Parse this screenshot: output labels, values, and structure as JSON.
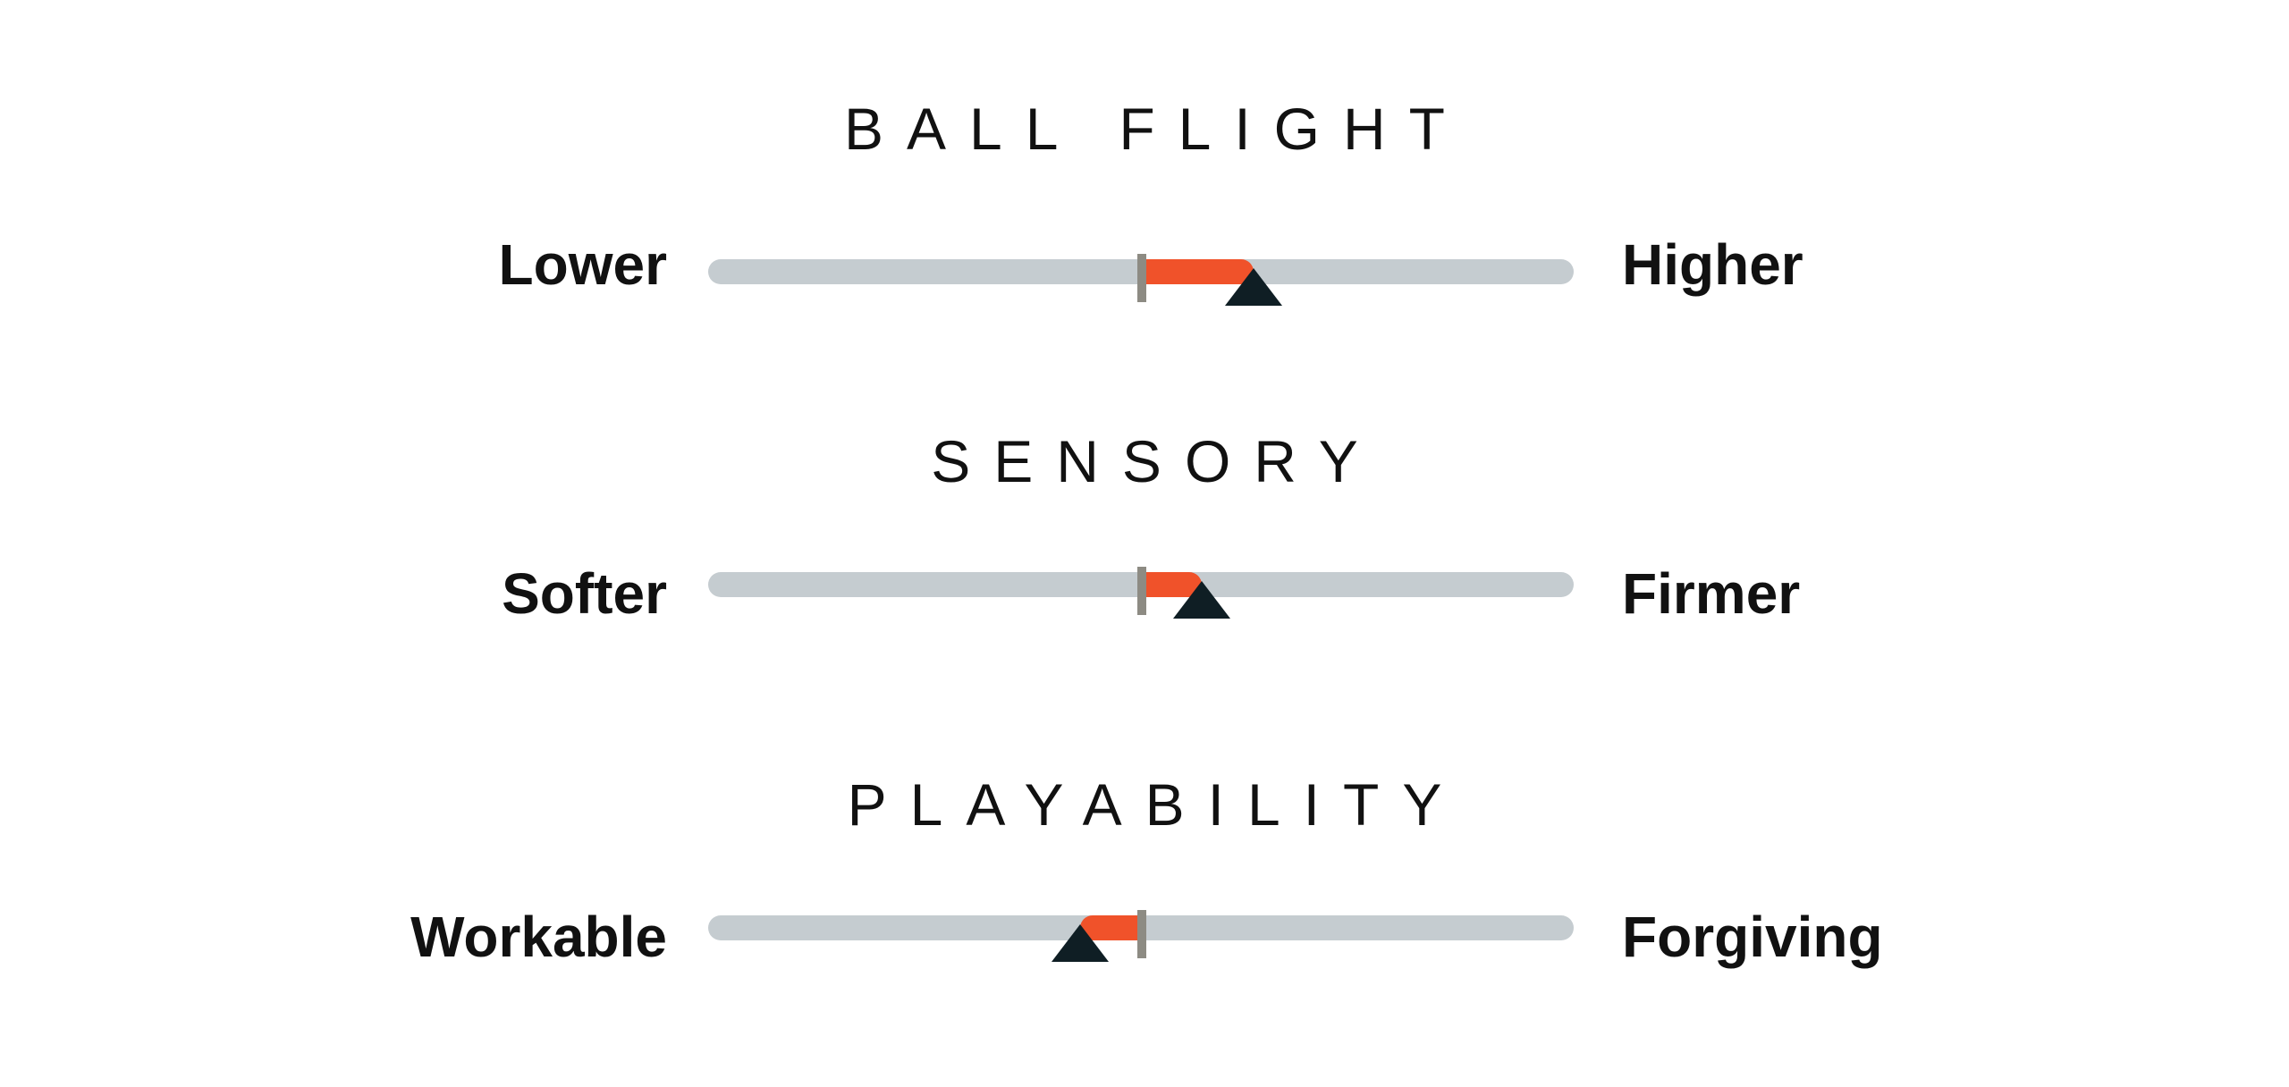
{
  "colors": {
    "track": "#c5ccd0",
    "fill": "#f0522a",
    "center_tick": "#8d8b83",
    "marker": "#0f1e24",
    "text": "#111111"
  },
  "icons": {
    "marker": "triangle-marker-icon",
    "center": "center-tick"
  },
  "metrics": [
    {
      "title": "BALL FLIGHT",
      "left_label": "Lower",
      "right_label": "Higher",
      "level": 0.63
    },
    {
      "title": "SENSORY",
      "left_label": "Softer",
      "right_label": "Firmer",
      "level": 0.57
    },
    {
      "title": "PLAYABILITY",
      "left_label": "Workable",
      "right_label": "Forgiving",
      "level": 0.43
    }
  ]
}
